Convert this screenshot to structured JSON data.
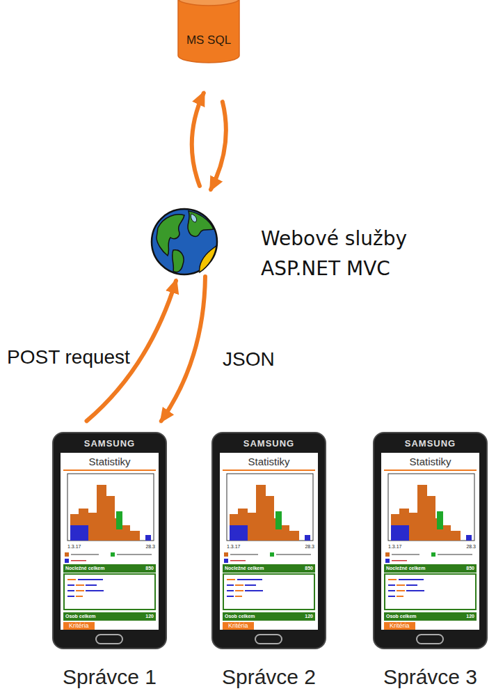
{
  "diagram": {
    "nodes": [
      {
        "text": [
          "MS SQL"
        ]
      },
      {
        "text": [
          "Webové služby ASP.NET MVC"
        ]
      },
      {
        "text": [
          "SAMSUNG",
          "Statistiky",
          "1.3.17",
          "28.3",
          "Nocležné celkem",
          "850",
          "Osob celkem",
          "120",
          "Kritéria",
          "Správce 1"
        ]
      },
      {
        "text": [
          "SAMSUNG",
          "Statistiky",
          "1.3.17",
          "28.3",
          "Nocležné celkem",
          "850",
          "Osob celkem",
          "120",
          "Kritéria",
          "Správce 2"
        ]
      },
      {
        "text": [
          "SAMSUNG",
          "Statistiky",
          "1.3.17",
          "28.3",
          "Nocležné celkem",
          "850",
          "Osob celkem",
          "120",
          "Kritéria",
          "Správce 3"
        ]
      }
    ],
    "edges": [
      {
        "from": 1,
        "to": 0,
        "arrow": "to"
      },
      {
        "from": 0,
        "to": 1,
        "arrow": "to"
      },
      {
        "from": 2,
        "to": 1,
        "label": "POST request",
        "arrow": "to"
      },
      {
        "from": 1,
        "to": 2,
        "label": "JSON",
        "arrow": "to"
      }
    ]
  }
}
